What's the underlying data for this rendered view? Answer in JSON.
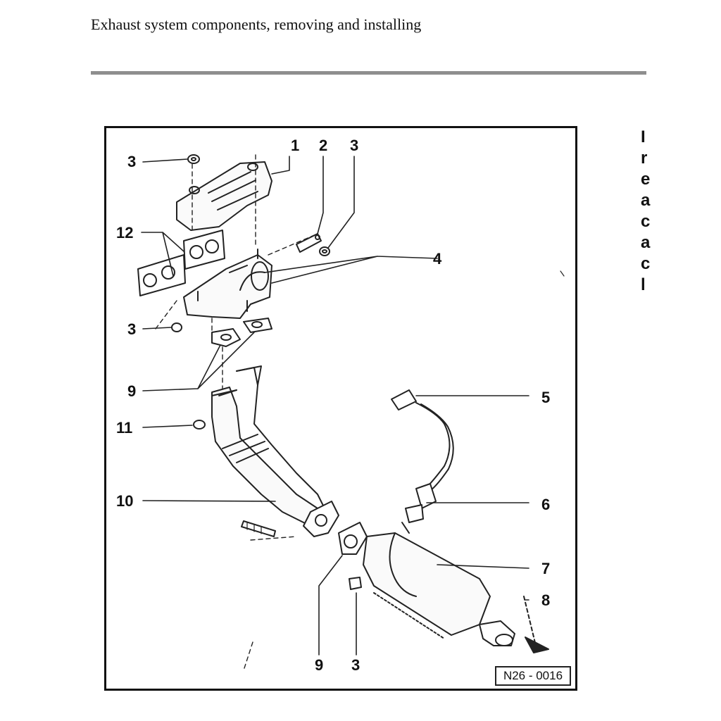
{
  "page": {
    "title": "Exhaust system components, removing and installing"
  },
  "figure": {
    "reference": "N26 - 0016",
    "callouts": {
      "c1": "1",
      "c2": "2",
      "c3_top_left": "3",
      "c3_top_right": "3",
      "c4": "4",
      "c5": "5",
      "c6": "6",
      "c7": "7",
      "c8": "8",
      "c3_mid_left": "3",
      "c9_left": "9",
      "c9_bottom": "9",
      "c10": "10",
      "c11": "11",
      "c12": "12",
      "c3_bottom": "3"
    }
  },
  "side_text": {
    "lines": [
      "I",
      "r",
      "e",
      "a",
      "c",
      "a",
      "c",
      "l"
    ]
  },
  "colors": {
    "rule": "#8e8e8e",
    "line_art": "#222222"
  }
}
